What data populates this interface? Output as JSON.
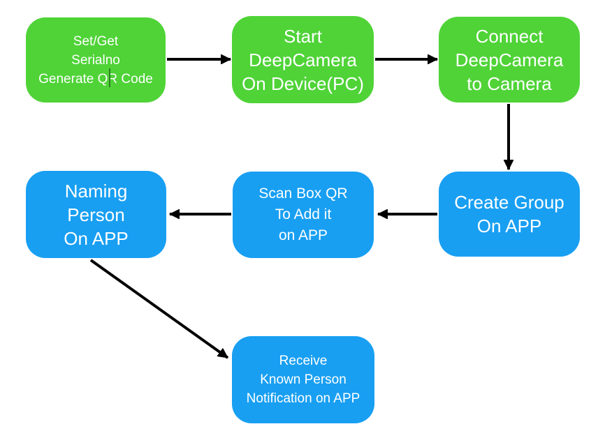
{
  "colors": {
    "node_green": "#4fd337",
    "node_blue": "#189ff2",
    "arrow": "#000000",
    "text": "#ffffff"
  },
  "nodes": [
    {
      "id": "setget-serialno",
      "color": "green",
      "lines": [
        "Set/Get",
        "Serialno",
        "Generate QR Code"
      ]
    },
    {
      "id": "start-deepcamera",
      "color": "green",
      "lines": [
        "Start",
        "DeepCamera",
        "On Device(PC)"
      ]
    },
    {
      "id": "connect-deepcamera",
      "color": "green",
      "lines": [
        "Connect",
        "DeepCamera",
        "to Camera"
      ]
    },
    {
      "id": "create-group",
      "color": "blue",
      "lines": [
        "Create Group",
        "On APP"
      ]
    },
    {
      "id": "scan-box-qr",
      "color": "blue",
      "lines": [
        "Scan Box QR",
        "To Add it",
        "on APP"
      ]
    },
    {
      "id": "naming-person",
      "color": "blue",
      "lines": [
        "Naming",
        "Person",
        "On APP"
      ]
    },
    {
      "id": "receive-notification",
      "color": "blue",
      "lines": [
        "Receive",
        "Known Person",
        "Notification on APP"
      ]
    }
  ],
  "edges": [
    {
      "from": "setget-serialno",
      "to": "start-deepcamera",
      "direction": "right"
    },
    {
      "from": "start-deepcamera",
      "to": "connect-deepcamera",
      "direction": "right"
    },
    {
      "from": "connect-deepcamera",
      "to": "create-group",
      "direction": "down"
    },
    {
      "from": "create-group",
      "to": "scan-box-qr",
      "direction": "left"
    },
    {
      "from": "scan-box-qr",
      "to": "naming-person",
      "direction": "left"
    },
    {
      "from": "naming-person",
      "to": "receive-notification",
      "direction": "down-right"
    }
  ]
}
